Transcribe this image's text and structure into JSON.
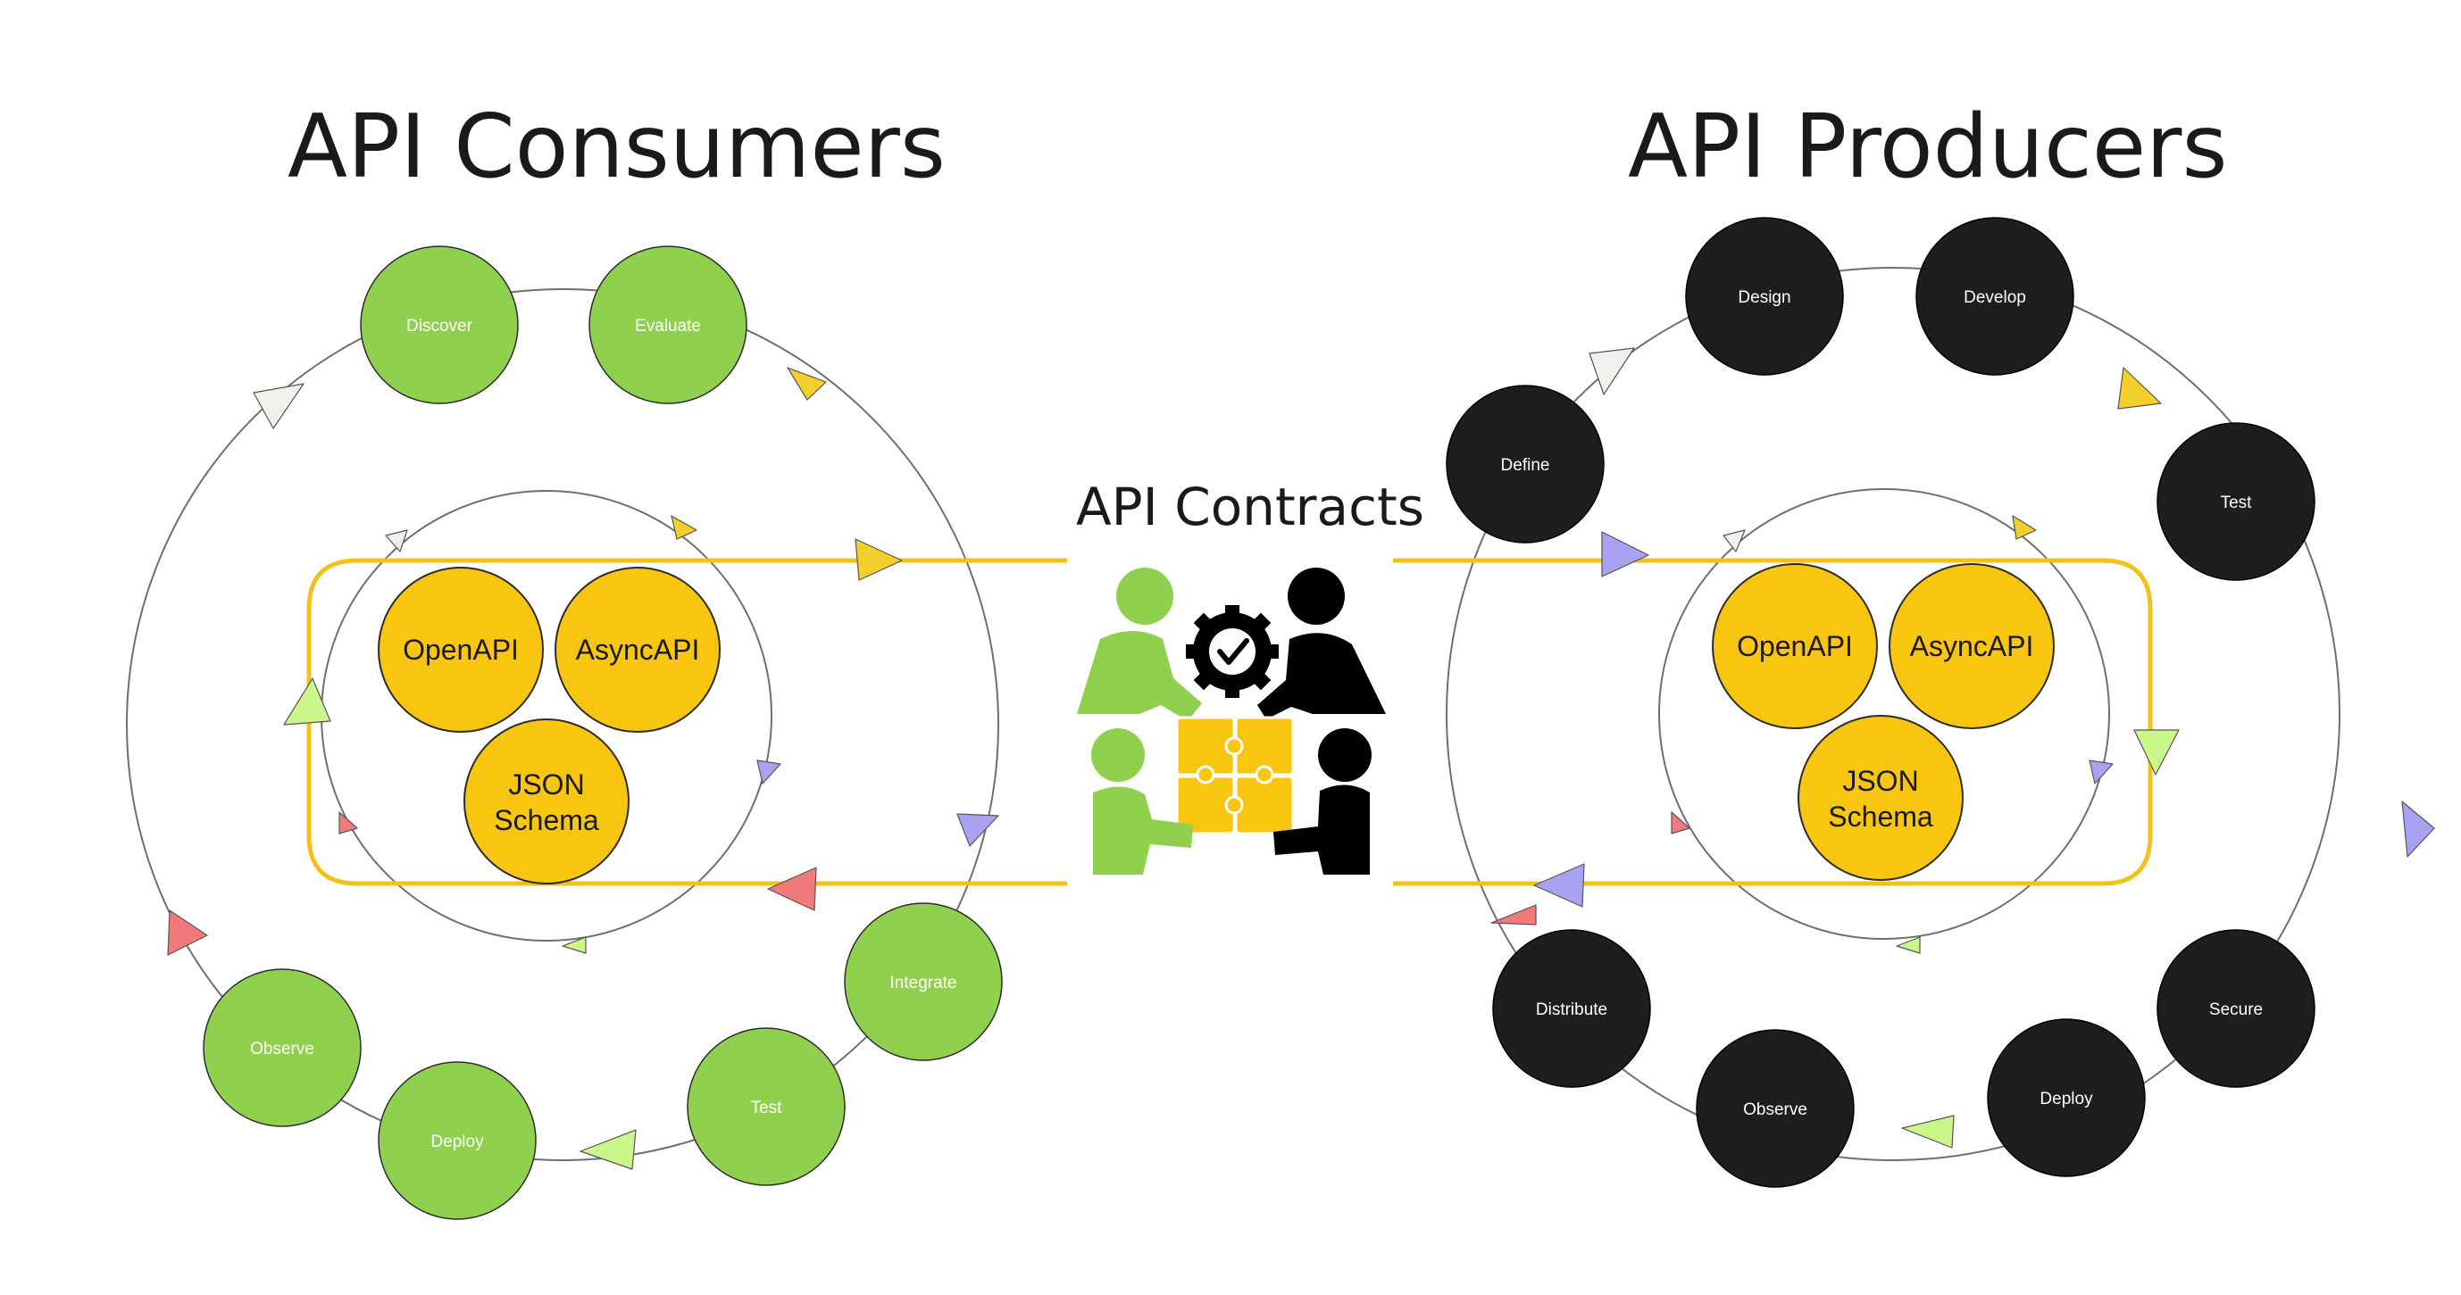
{
  "titles": {
    "consumers": "API Consumers",
    "producers": "API Producers",
    "contracts": "API Contracts"
  },
  "consumers": {
    "color": "#8fd14f",
    "steps": [
      "Discover",
      "Evaluate",
      "Integrate",
      "Test",
      "Deploy",
      "Observe"
    ],
    "specs": [
      "OpenAPI",
      "AsyncAPI",
      "JSON",
      "Schema"
    ]
  },
  "producers": {
    "color": "#1e1e1e",
    "steps": [
      "Define",
      "Design",
      "Develop",
      "Test",
      "Secure",
      "Deploy",
      "Observe",
      "Distribute"
    ],
    "specs": [
      "OpenAPI",
      "AsyncAPI",
      "JSON",
      "Schema"
    ]
  },
  "colors": {
    "spec": "#f8c510",
    "band": "#f2c21a",
    "arrow_yellow": "#f3cf2b",
    "arrow_purple": "#a9a2f2",
    "arrow_lime": "#c9f78a",
    "arrow_red": "#f27a7a",
    "arrow_white": "#f1f0ec"
  },
  "icons": [
    "team-collaboration-icon",
    "gear-check-icon",
    "puzzle-icon"
  ]
}
